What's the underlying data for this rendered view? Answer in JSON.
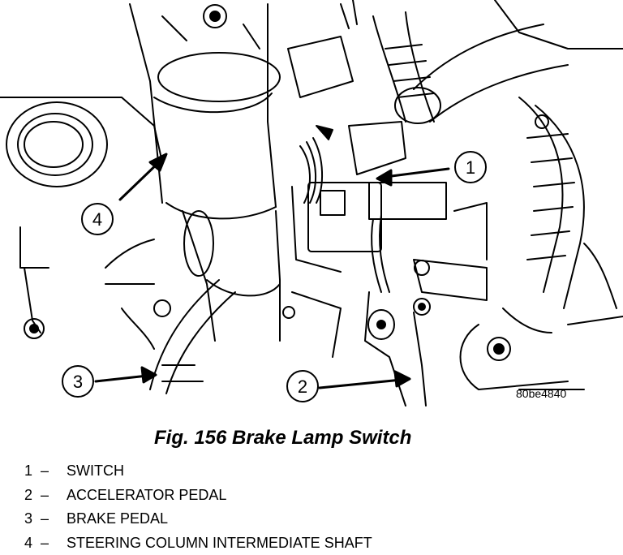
{
  "figure": {
    "code": "80be4840",
    "caption": "Fig. 156 Brake Lamp Switch"
  },
  "callouts": [
    {
      "number": "1",
      "label": "SWITCH"
    },
    {
      "number": "2",
      "label": "ACCELERATOR PEDAL"
    },
    {
      "number": "3",
      "label": "BRAKE PEDAL"
    },
    {
      "number": "4",
      "label": "STEERING COLUMN INTERMEDIATE SHAFT"
    }
  ],
  "legend": {
    "separator": "–",
    "items": [
      {
        "number": "1",
        "label": "SWITCH"
      },
      {
        "number": "2",
        "label": "ACCELERATOR PEDAL"
      },
      {
        "number": "3",
        "label": "BRAKE PEDAL"
      },
      {
        "number": "4",
        "label": "STEERING COLUMN INTERMEDIATE SHAFT"
      }
    ]
  }
}
